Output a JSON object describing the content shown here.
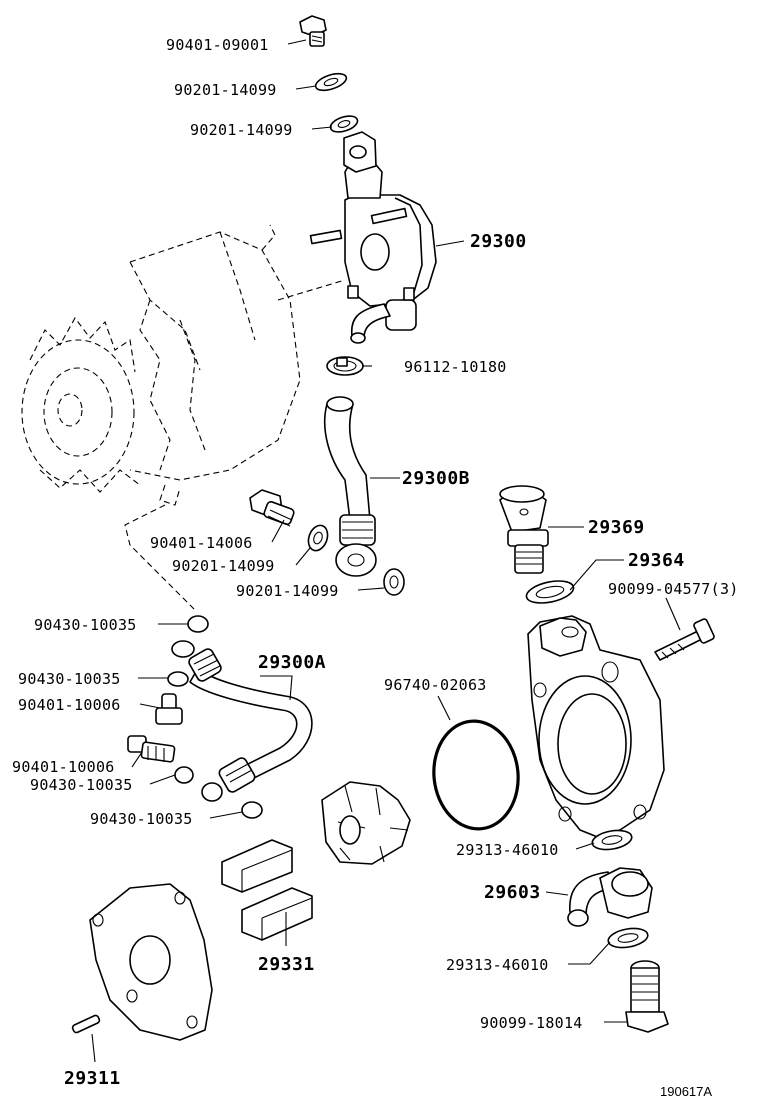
{
  "labels": {
    "l1": "90401-09001",
    "l2": "90201-14099",
    "l3": "90201-14099",
    "l4": "29300",
    "l5": "96112-10180",
    "l6": "29300B",
    "l7": "90401-14006",
    "l8": "90201-14099",
    "l9": "90201-14099",
    "l10": "29369",
    "l11": "29364",
    "l12": "90099-04577(3)",
    "l13": "90430-10035",
    "l14": "29300A",
    "l15": "90430-10035",
    "l16": "90401-10006",
    "l17": "96740-02063",
    "l18": "90401-10006",
    "l19": "90430-10035",
    "l20": "90430-10035",
    "l21": "29313-46010",
    "l22": "29603",
    "l23": "29313-46010",
    "l24": "29331",
    "l25": "90099-18014",
    "l26": "29311",
    "ref": "190617A"
  }
}
